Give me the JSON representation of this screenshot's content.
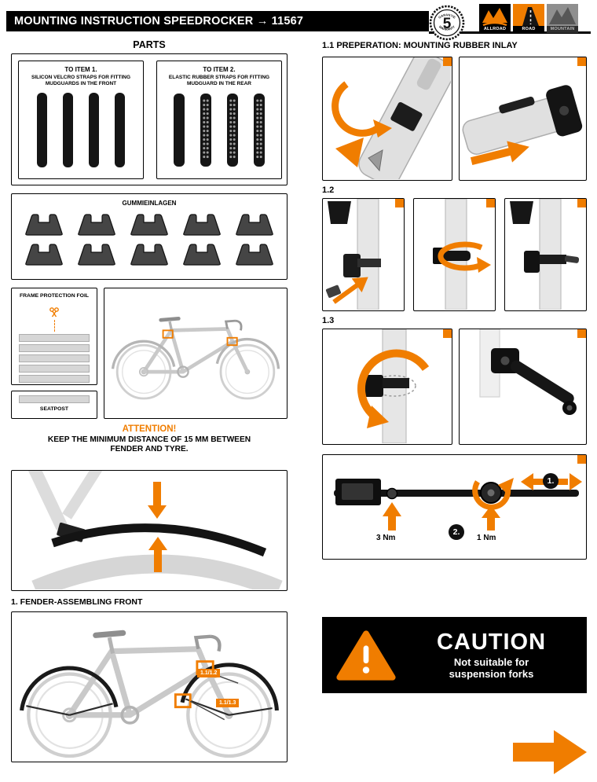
{
  "colors": {
    "orange": "#F07D00",
    "black": "#000000"
  },
  "header": {
    "title": "MOUNTING INSTRUCTION SPEEDROCKER → 11567",
    "badge": {
      "number": "5",
      "arc_top": "GARANTIE",
      "arc_bottom": "WARRANTY"
    },
    "categories": [
      {
        "label": "ALLROAD"
      },
      {
        "label": "ROAD"
      },
      {
        "label": "MOUNTAIN"
      }
    ]
  },
  "parts": {
    "heading": "PARTS",
    "box1": {
      "title": "TO ITEM 1.",
      "desc": "SILICON VELCRO STRAPS FOR FITTING MUDGUARDS IN THE FRONT"
    },
    "box2": {
      "title": "TO ITEM 2.",
      "desc": "ELASTIC RUBBER STRAPS FOR FITTING MUDGUARD IN THE REAR"
    },
    "rubber_inlays_title": "GUMMIEINLAGEN",
    "foil_title": "FRAME PROTECTION FOIL",
    "seatpost_label": "SEATPOST"
  },
  "attention": {
    "title": "ATTENTION!",
    "line1": "KEEP THE MINIMUM DISTANCE OF 15 MM BETWEEN",
    "line2": "FENDER AND TYRE."
  },
  "steps": {
    "fender_front_heading": "1. FENDER-ASSEMBLING FRONT",
    "prep_heading": "1.1 PREPERATION: MOUNTING RUBBER INLAY",
    "step_1_2_label": "1.2",
    "step_1_3_label": "1.3"
  },
  "bike_callouts": {
    "label_a": "1.1/1.2",
    "label_b": "1.1/1.3"
  },
  "torque": {
    "value_left": "3 Nm",
    "value_right": "1 Nm",
    "marker_1": "1.",
    "marker_2": "2."
  },
  "caution": {
    "title": "CAUTION",
    "text": "Not suitable for suspension forks"
  }
}
